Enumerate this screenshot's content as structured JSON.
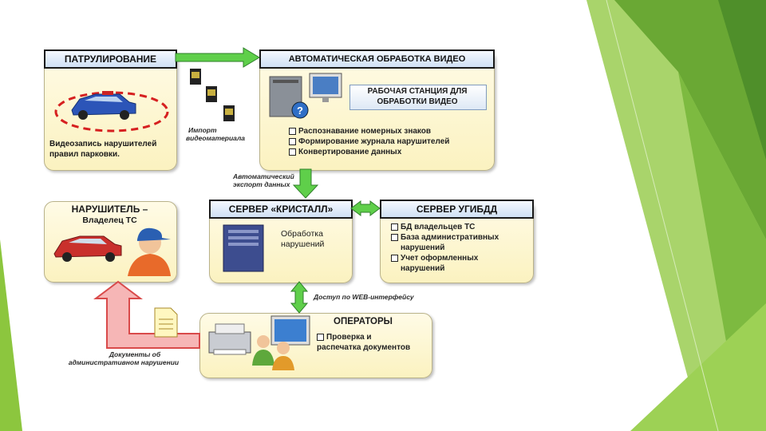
{
  "patrol": {
    "title": "ПАТРУЛИРОВАНИЕ",
    "caption_line1": "Видеозапись нарушителей",
    "caption_line2": "правил парковки."
  },
  "video_import": {
    "line1": "Импорт",
    "line2": "видеоматериала"
  },
  "auto_processing": {
    "title": "АВТОМАТИЧЕСКАЯ ОБРАБОТКА ВИДЕО",
    "workstation_line1": "РАБОЧАЯ СТАНЦИЯ ДЛЯ",
    "workstation_line2": "ОБРАБОТКИ ВИДЕО",
    "items": [
      "Распознавание номерных знаков",
      "Формирование журнала нарушителей",
      "Конвертирование данных"
    ]
  },
  "auto_export": {
    "line1": "Автоматический",
    "line2": "экспорт данных"
  },
  "violator": {
    "title_line1": "НАРУШИТЕЛЬ –",
    "title_line2": "Владелец ТС"
  },
  "crystal_server": {
    "title": "СЕРВЕР «КРИСТАЛЛ»",
    "desc_line1": "Обработка",
    "desc_line2": "нарушений"
  },
  "ugibdd_server": {
    "title": "СЕРВЕР УГИБДД",
    "items": [
      [
        "БД владельцев ТС"
      ],
      [
        "База административных",
        "нарушений"
      ],
      [
        "Учет оформленных",
        "нарушений"
      ]
    ]
  },
  "web_access": {
    "text": "Доступ по WEB-интерфейсу"
  },
  "operators": {
    "title": "ОПЕРАТОРЫ",
    "item_line1": "Проверка и",
    "item_line2": "распечатка документов"
  },
  "documents": {
    "line1": "Документы об",
    "line2": "административном нарушении"
  },
  "colors": {
    "green_arrow": "#5fcf4a",
    "red_arrow": "#ee5a5a",
    "pink_arrow_fill": "#f6b6b6",
    "bg_green_dark": "#5e9e2e",
    "bg_green_light": "#8cc63e"
  }
}
